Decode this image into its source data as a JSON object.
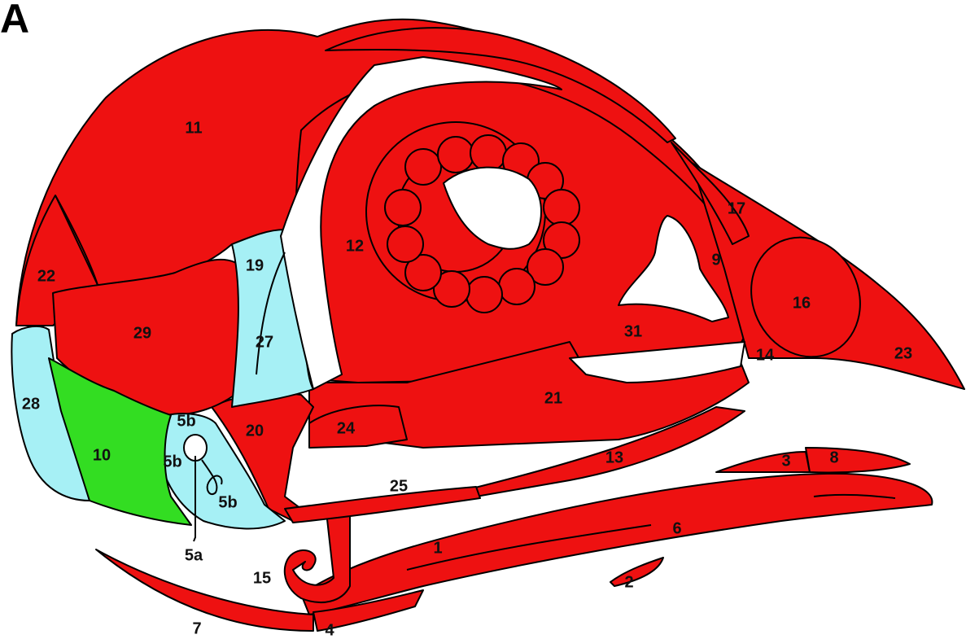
{
  "panel_label": "A",
  "colors": {
    "bone_red": "#ee1111",
    "cartilage_cyan": "#a6f0f5",
    "region_green": "#33dd22",
    "outline": "#000000",
    "background": "#ffffff"
  },
  "labels": {
    "l1": "1",
    "l2": "2",
    "l3": "3",
    "l4": "4",
    "l5a": "5a",
    "l5b_top": "5b",
    "l5b_mid": "5b",
    "l5b_bottom": "5b",
    "l6": "6",
    "l7": "7",
    "l8": "8",
    "l9": "9",
    "l10": "10",
    "l11": "11",
    "l12": "12",
    "l13": "13",
    "l14": "14",
    "l15": "15",
    "l16": "16",
    "l17": "17",
    "l19": "19",
    "l20": "20",
    "l21": "21",
    "l22": "22",
    "l23": "23",
    "l24": "24",
    "l25": "25",
    "l27": "27",
    "l28": "28",
    "l29": "29",
    "l31": "31"
  }
}
